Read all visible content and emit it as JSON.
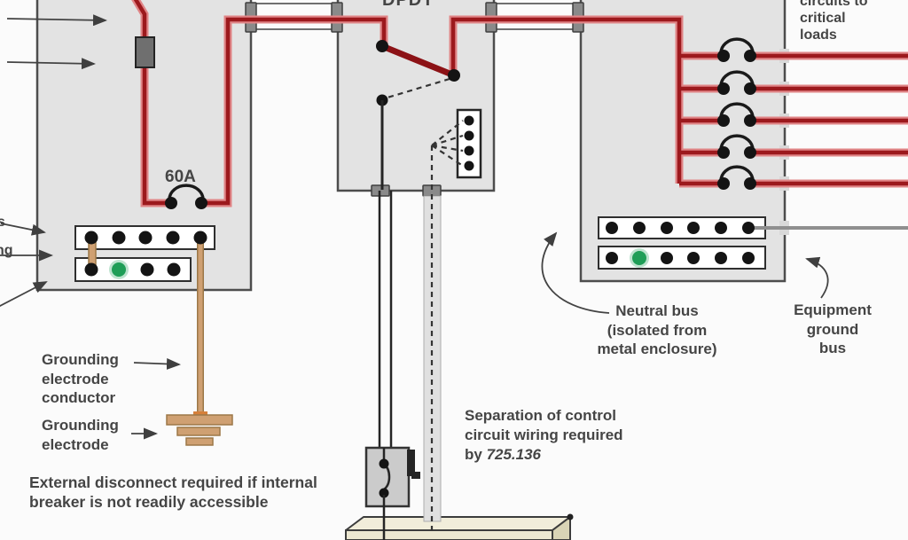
{
  "labels": {
    "dpdt": "DPDT",
    "rating": "60A",
    "critical_loads": "circuits to\ncritical\nloads",
    "frag_top": "s",
    "frag_bottom": "ng",
    "gec": "Grounding\nelectrode\nconductor",
    "ge": "Grounding\nelectrode",
    "ext_note": "External disconnect required if internal\nbreaker is not readily accessible",
    "sep_prefix": "Separation of control\ncircuit wiring required\nby ",
    "sep_ref": "725.136",
    "neutral": "Neutral bus\n(isolated from\nmetal enclosure)",
    "egb": "Equipment\nground\nbus"
  },
  "colors": {
    "background": "#fbfbfb",
    "panel_fill": "#e3e3e3",
    "panel_border": "#4d4d4d",
    "wire_red_dark": "#9c191d",
    "wire_red_light": "#e08486",
    "blade_red": "#8c1216",
    "wire_black": "#252525",
    "dot_black": "#141414",
    "bus_fill": "#ffffff",
    "bus_border": "#2f2f2f",
    "tan": "#cfa072",
    "tan_dark": "#9c7848",
    "green": "#1f9e57",
    "tab_gray": "#8a8a8a",
    "text": "#454545",
    "generator_fill": "#ece7d1",
    "channel": "#e0e0e0",
    "ground_line": "#8f8f8f"
  }
}
